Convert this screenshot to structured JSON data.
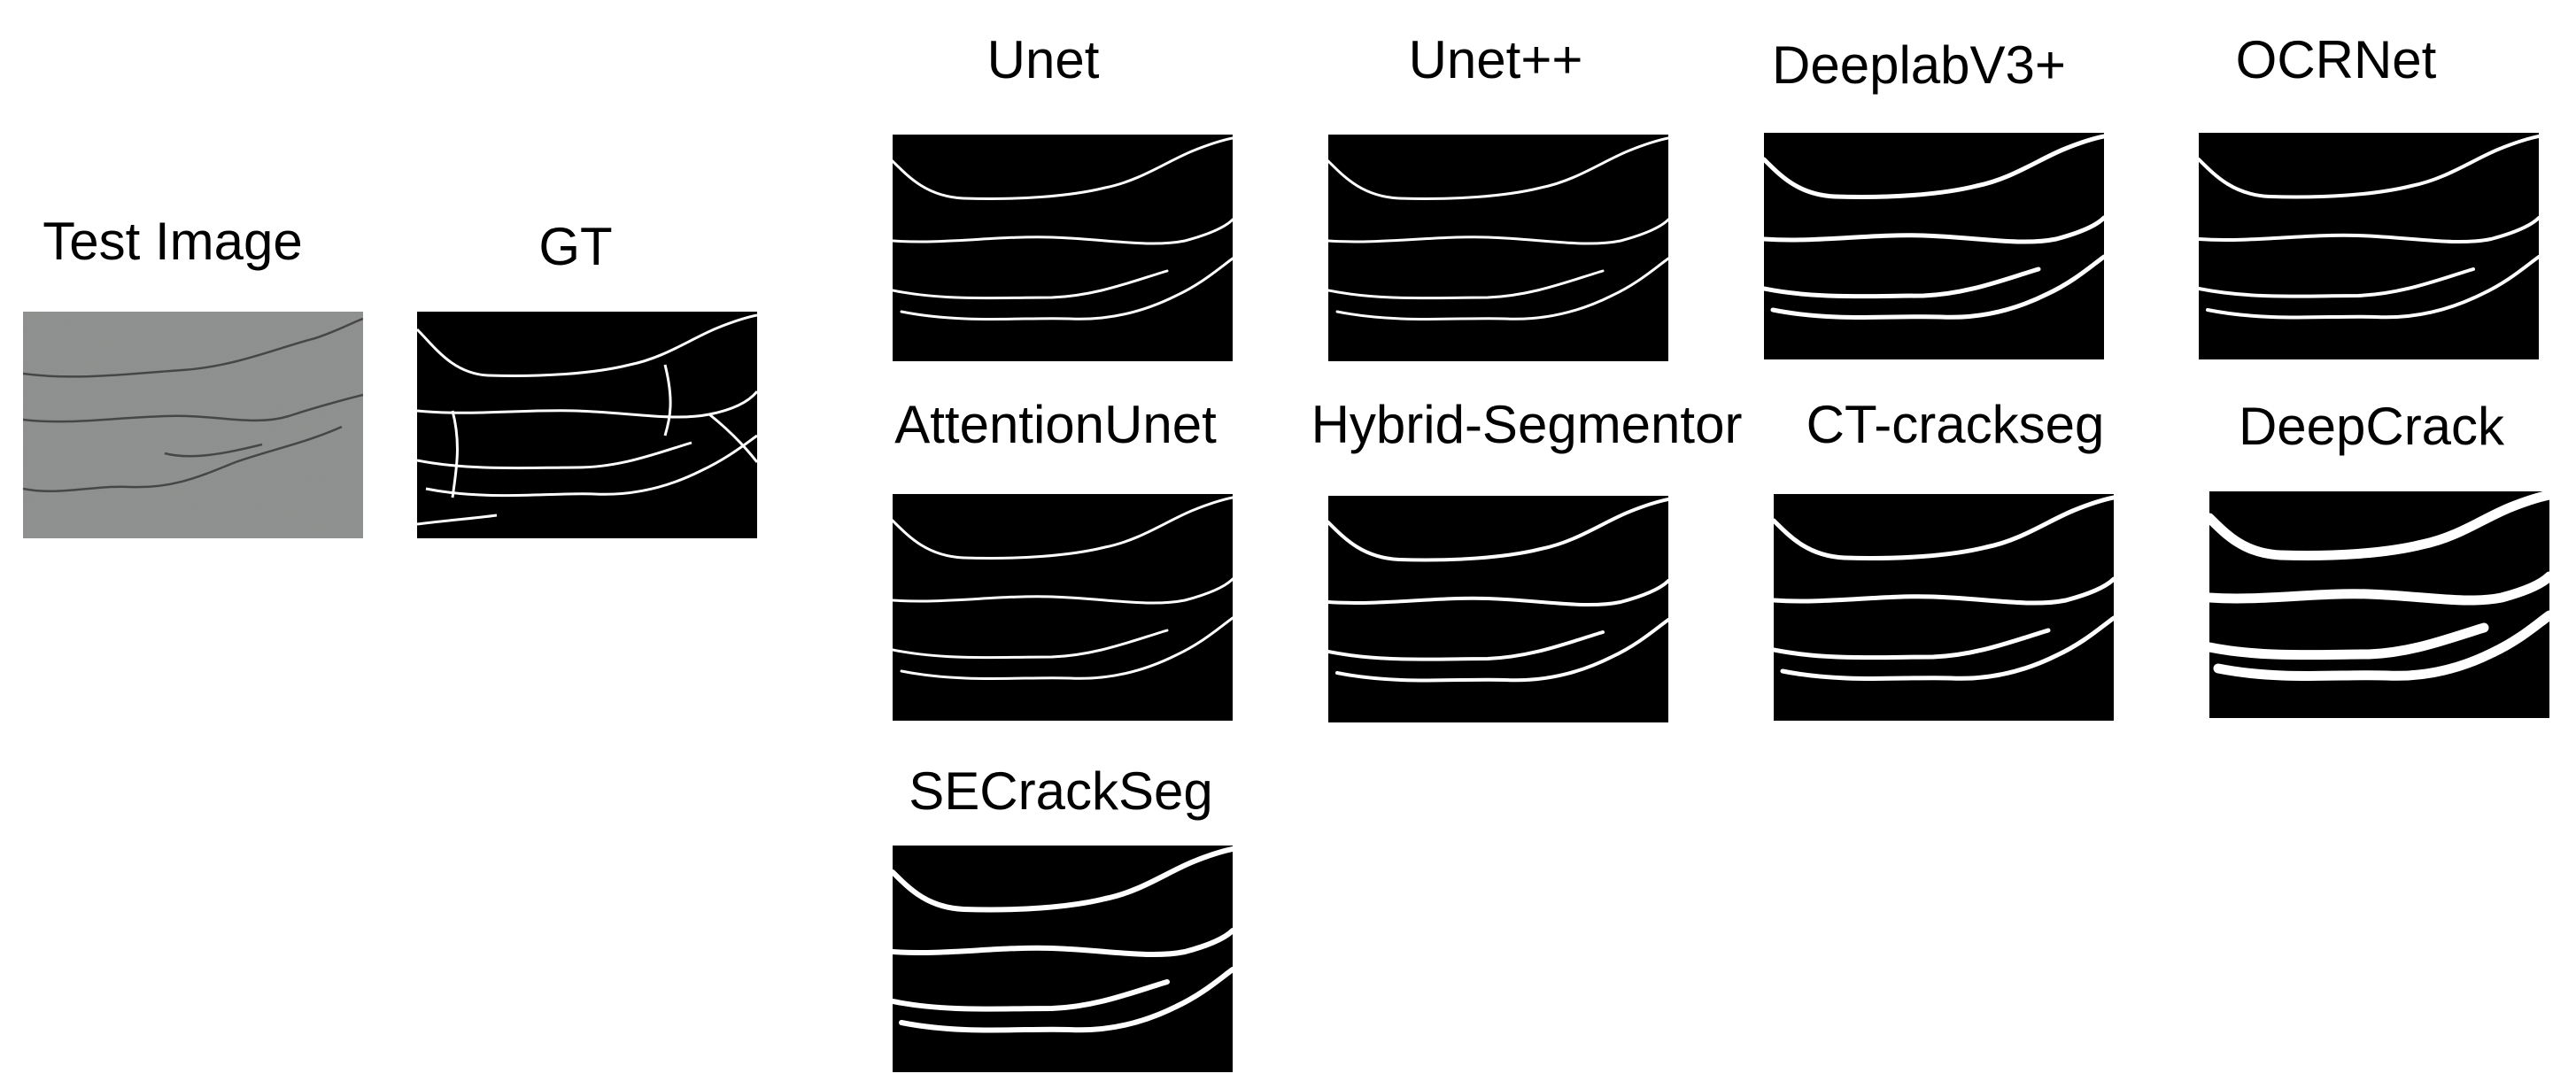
{
  "figure": {
    "test_label": "Test Image",
    "gt_label": "GT",
    "models": [
      "Unet",
      "Unet++",
      "DeeplabV3+",
      "OCRNet",
      "AttentionUnet",
      "Hybrid-Segmentor",
      "CT-crackseg",
      "DeepCrack",
      "SECrackSeg"
    ]
  },
  "colors": {
    "background": "#ffffff",
    "mask_bg": "#000000",
    "crack": "#ffffff",
    "asphalt": "#8c8e8c"
  }
}
